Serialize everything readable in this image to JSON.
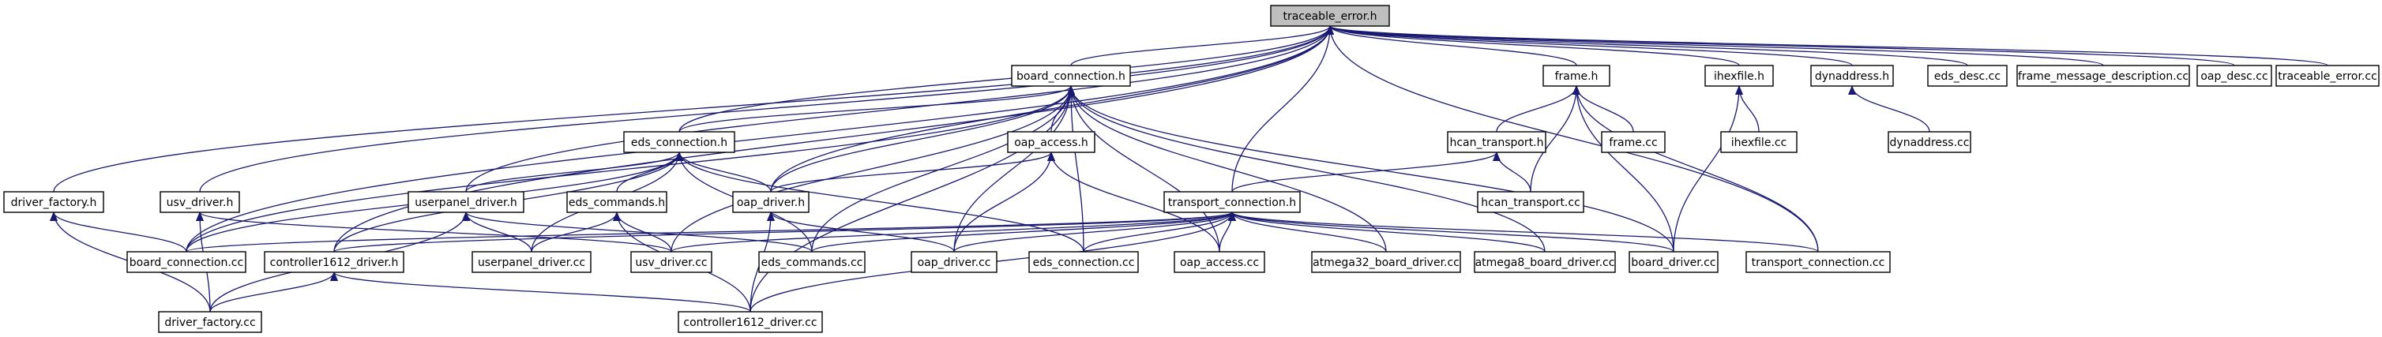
{
  "graph": {
    "edge_color": "#191970",
    "root_fill": "#bfbfbf",
    "nodes": [
      {
        "id": "traceable_error_h",
        "label": "traceable_error.h",
        "root": true
      },
      {
        "id": "board_connection_h",
        "label": "board_connection.h"
      },
      {
        "id": "frame_h",
        "label": "frame.h"
      },
      {
        "id": "ihexfile_h",
        "label": "ihexfile.h"
      },
      {
        "id": "dynaddress_h",
        "label": "dynaddress.h"
      },
      {
        "id": "eds_desc_cc",
        "label": "eds_desc.cc"
      },
      {
        "id": "frame_message_description_cc",
        "label": "frame_message_description.cc"
      },
      {
        "id": "oap_desc_cc",
        "label": "oap_desc.cc"
      },
      {
        "id": "traceable_error_cc",
        "label": "traceable_error.cc"
      },
      {
        "id": "eds_connection_h",
        "label": "eds_connection.h"
      },
      {
        "id": "oap_access_h",
        "label": "oap_access.h"
      },
      {
        "id": "hcan_transport_h",
        "label": "hcan_transport.h"
      },
      {
        "id": "frame_cc",
        "label": "frame.cc"
      },
      {
        "id": "ihexfile_cc",
        "label": "ihexfile.cc"
      },
      {
        "id": "dynaddress_cc",
        "label": "dynaddress.cc"
      },
      {
        "id": "driver_factory_h",
        "label": "driver_factory.h"
      },
      {
        "id": "usv_driver_h",
        "label": "usv_driver.h"
      },
      {
        "id": "userpanel_driver_h",
        "label": "userpanel_driver.h"
      },
      {
        "id": "eds_commands_h",
        "label": "eds_commands.h"
      },
      {
        "id": "oap_driver_h",
        "label": "oap_driver.h"
      },
      {
        "id": "transport_connection_h",
        "label": "transport_connection.h"
      },
      {
        "id": "hcan_transport_cc",
        "label": "hcan_transport.cc"
      },
      {
        "id": "board_connection_cc",
        "label": "board_connection.cc"
      },
      {
        "id": "controller1612_driver_h",
        "label": "controller1612_driver.h"
      },
      {
        "id": "userpanel_driver_cc",
        "label": "userpanel_driver.cc"
      },
      {
        "id": "usv_driver_cc",
        "label": "usv_driver.cc"
      },
      {
        "id": "eds_commands_cc",
        "label": "eds_commands.cc"
      },
      {
        "id": "oap_driver_cc",
        "label": "oap_driver.cc"
      },
      {
        "id": "eds_connection_cc",
        "label": "eds_connection.cc"
      },
      {
        "id": "oap_access_cc",
        "label": "oap_access.cc"
      },
      {
        "id": "atmega32_board_driver_cc",
        "label": "atmega32_board_driver.cc"
      },
      {
        "id": "atmega8_board_driver_cc",
        "label": "atmega8_board_driver.cc"
      },
      {
        "id": "board_driver_cc",
        "label": "board_driver.cc"
      },
      {
        "id": "transport_connection_cc",
        "label": "transport_connection.cc"
      },
      {
        "id": "driver_factory_cc",
        "label": "driver_factory.cc"
      },
      {
        "id": "controller1612_driver_cc",
        "label": "controller1612_driver.cc"
      }
    ],
    "edges": [
      [
        "board_connection_h",
        "traceable_error_h"
      ],
      [
        "frame_h",
        "traceable_error_h"
      ],
      [
        "ihexfile_h",
        "traceable_error_h"
      ],
      [
        "dynaddress_h",
        "traceable_error_h"
      ],
      [
        "eds_desc_cc",
        "traceable_error_h"
      ],
      [
        "frame_message_description_cc",
        "traceable_error_h"
      ],
      [
        "oap_desc_cc",
        "traceable_error_h"
      ],
      [
        "traceable_error_cc",
        "traceable_error_h"
      ],
      [
        "eds_connection_h",
        "traceable_error_h"
      ],
      [
        "driver_factory_h",
        "traceable_error_h"
      ],
      [
        "usv_driver_h",
        "traceable_error_h"
      ],
      [
        "userpanel_driver_h",
        "traceable_error_h"
      ],
      [
        "oap_driver_h",
        "traceable_error_h"
      ],
      [
        "transport_connection_h",
        "traceable_error_h"
      ],
      [
        "board_connection_cc",
        "traceable_error_h"
      ],
      [
        "controller1612_driver_h",
        "traceable_error_h"
      ],
      [
        "transport_connection_cc",
        "traceable_error_h"
      ],
      [
        "eds_connection_h",
        "board_connection_h"
      ],
      [
        "oap_access_h",
        "board_connection_h"
      ],
      [
        "oap_driver_h",
        "board_connection_h"
      ],
      [
        "board_connection_cc",
        "board_connection_h"
      ],
      [
        "usv_driver_cc",
        "board_connection_h"
      ],
      [
        "eds_commands_cc",
        "board_connection_h"
      ],
      [
        "oap_driver_cc",
        "board_connection_h"
      ],
      [
        "eds_connection_cc",
        "board_connection_h"
      ],
      [
        "oap_access_cc",
        "board_connection_h"
      ],
      [
        "atmega32_board_driver_cc",
        "board_connection_h"
      ],
      [
        "atmega8_board_driver_cc",
        "board_connection_h"
      ],
      [
        "board_driver_cc",
        "board_connection_h"
      ],
      [
        "controller1612_driver_cc",
        "board_connection_h"
      ],
      [
        "hcan_transport_h",
        "frame_h"
      ],
      [
        "frame_cc",
        "frame_h"
      ],
      [
        "transport_connection_cc",
        "frame_h"
      ],
      [
        "board_driver_cc",
        "frame_h"
      ],
      [
        "hcan_transport_cc",
        "frame_h"
      ],
      [
        "ihexfile_cc",
        "ihexfile_h"
      ],
      [
        "board_driver_cc",
        "ihexfile_h"
      ],
      [
        "dynaddress_cc",
        "dynaddress_h"
      ],
      [
        "userpanel_driver_h",
        "eds_connection_h"
      ],
      [
        "eds_commands_h",
        "eds_connection_h"
      ],
      [
        "oap_driver_h",
        "eds_connection_h"
      ],
      [
        "board_connection_cc",
        "eds_connection_h"
      ],
      [
        "controller1612_driver_h",
        "eds_connection_h"
      ],
      [
        "eds_commands_cc",
        "eds_connection_h"
      ],
      [
        "eds_connection_cc",
        "eds_connection_h"
      ],
      [
        "userpanel_driver_cc",
        "eds_connection_h"
      ],
      [
        "oap_driver_h",
        "oap_access_h"
      ],
      [
        "oap_driver_cc",
        "oap_access_h"
      ],
      [
        "oap_access_cc",
        "oap_access_h"
      ],
      [
        "transport_connection_h",
        "hcan_transport_h"
      ],
      [
        "hcan_transport_cc",
        "hcan_transport_h"
      ],
      [
        "driver_factory_cc",
        "driver_factory_h"
      ],
      [
        "board_connection_cc",
        "driver_factory_h"
      ],
      [
        "driver_factory_cc",
        "usv_driver_h"
      ],
      [
        "usv_driver_cc",
        "usv_driver_h"
      ],
      [
        "userpanel_driver_cc",
        "userpanel_driver_h"
      ],
      [
        "driver_factory_cc",
        "userpanel_driver_h"
      ],
      [
        "eds_commands_cc",
        "userpanel_driver_h"
      ],
      [
        "usv_driver_cc",
        "eds_commands_h"
      ],
      [
        "userpanel_driver_cc",
        "eds_commands_h"
      ],
      [
        "controller1612_driver_cc",
        "eds_commands_h"
      ],
      [
        "oap_driver_cc",
        "oap_driver_h"
      ],
      [
        "controller1612_driver_cc",
        "oap_driver_h"
      ],
      [
        "board_connection_cc",
        "transport_connection_h"
      ],
      [
        "controller1612_driver_h",
        "transport_connection_h"
      ],
      [
        "usv_driver_cc",
        "transport_connection_h"
      ],
      [
        "eds_commands_cc",
        "transport_connection_h"
      ],
      [
        "oap_driver_cc",
        "transport_connection_h"
      ],
      [
        "eds_connection_cc",
        "transport_connection_h"
      ],
      [
        "oap_access_cc",
        "transport_connection_h"
      ],
      [
        "atmega32_board_driver_cc",
        "transport_connection_h"
      ],
      [
        "atmega8_board_driver_cc",
        "transport_connection_h"
      ],
      [
        "board_driver_cc",
        "transport_connection_h"
      ],
      [
        "transport_connection_cc",
        "transport_connection_h"
      ],
      [
        "controller1612_driver_cc",
        "transport_connection_h"
      ],
      [
        "driver_factory_cc",
        "controller1612_driver_h"
      ],
      [
        "controller1612_driver_cc",
        "controller1612_driver_h"
      ]
    ]
  }
}
